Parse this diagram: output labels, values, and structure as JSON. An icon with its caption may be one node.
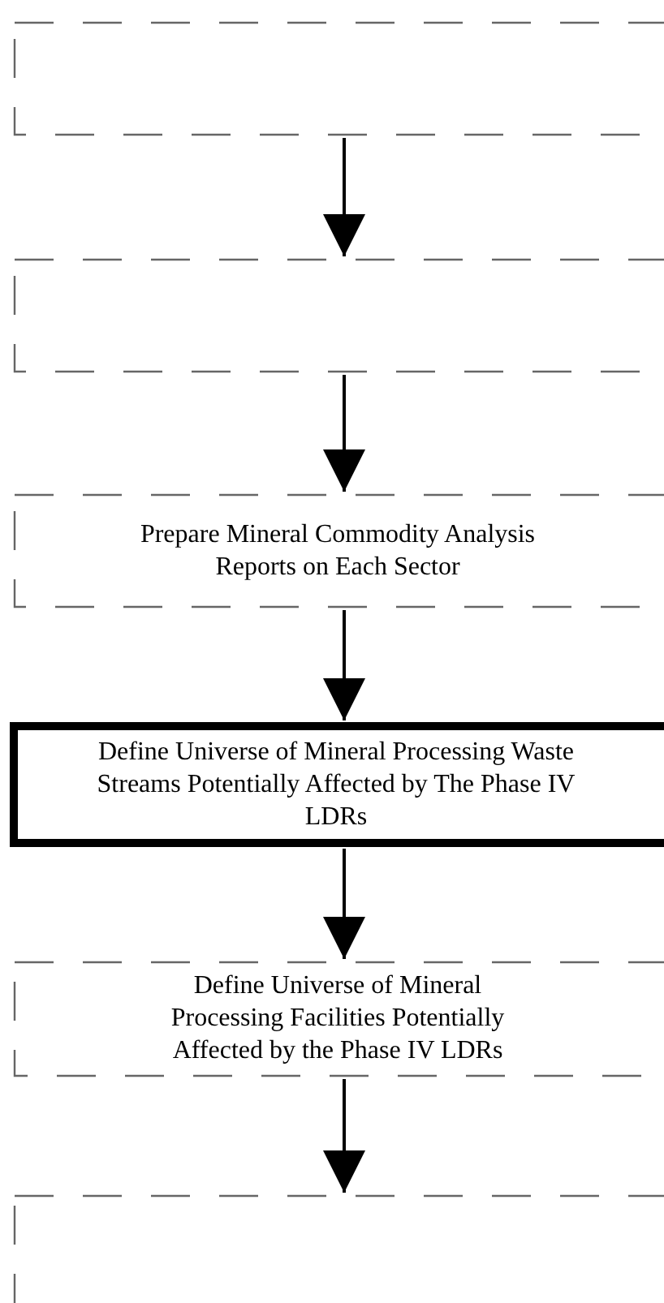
{
  "diagram": {
    "nodes": [
      {
        "text": [],
        "shape": "box"
      },
      {
        "text": [],
        "shape": "box"
      },
      {
        "text": [
          "Prepare Mineral Commodity Analysis Reports on Each Sector"
        ]
      },
      {
        "text": [
          "Define Universe of Mineral Processing Waste Streams Potentially Affected by The Phase IV LDRs"
        ]
      },
      {
        "text": [
          "Define Universe of Mineral Processing Facilities Potentially Affected by the Phase IV LDRs"
        ]
      },
      {
        "text": [],
        "shape": "box"
      }
    ],
    "edges": [
      {
        "from": 0,
        "to": 1,
        "arrow": "to"
      },
      {
        "from": 1,
        "to": 2,
        "arrow": "to"
      },
      {
        "from": 2,
        "to": 3,
        "arrow": "to"
      },
      {
        "from": 3,
        "to": 4,
        "arrow": "to"
      },
      {
        "from": 4,
        "to": 5,
        "arrow": "to"
      }
    ]
  }
}
